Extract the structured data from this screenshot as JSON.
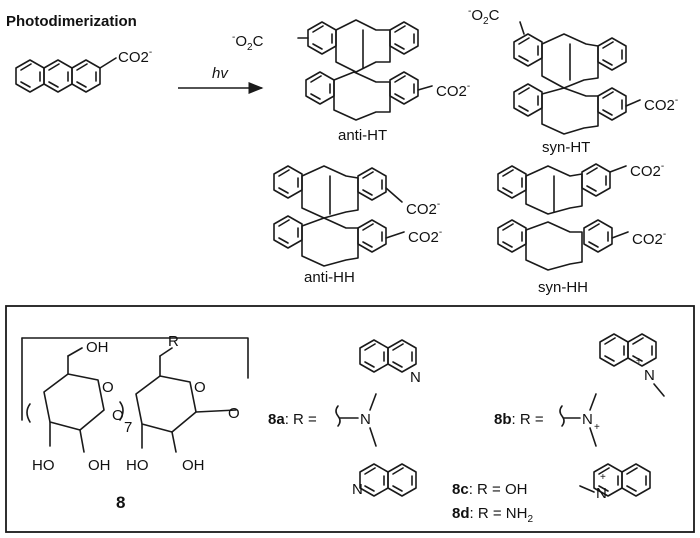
{
  "title": "Photodimerization",
  "reactant_group": "CO2-",
  "arrow_label": "hv",
  "products": [
    {
      "id": "anti-HT",
      "label": "anti-HT"
    },
    {
      "id": "syn-HT",
      "label": "syn-HT"
    },
    {
      "id": "anti-HH",
      "label": "anti-HH"
    },
    {
      "id": "syn-HH",
      "label": "syn-HH"
    }
  ],
  "host": {
    "compound": "8",
    "repeat_count": "7",
    "substituent_labels": [
      "OH",
      "R",
      "HO",
      "OH",
      "HO",
      "OH",
      "O",
      "O",
      "O",
      "O"
    ]
  },
  "substituents": [
    {
      "id": "8a",
      "text": ": R = "
    },
    {
      "id": "8b",
      "text": ": R = "
    },
    {
      "id": "8c",
      "text": ": R = OH"
    },
    {
      "id": "8d",
      "text": ": R = NH2"
    }
  ],
  "atom_N": "N",
  "atom_plus": "+",
  "co2": "CO2",
  "minus": "-",
  "two": "2"
}
